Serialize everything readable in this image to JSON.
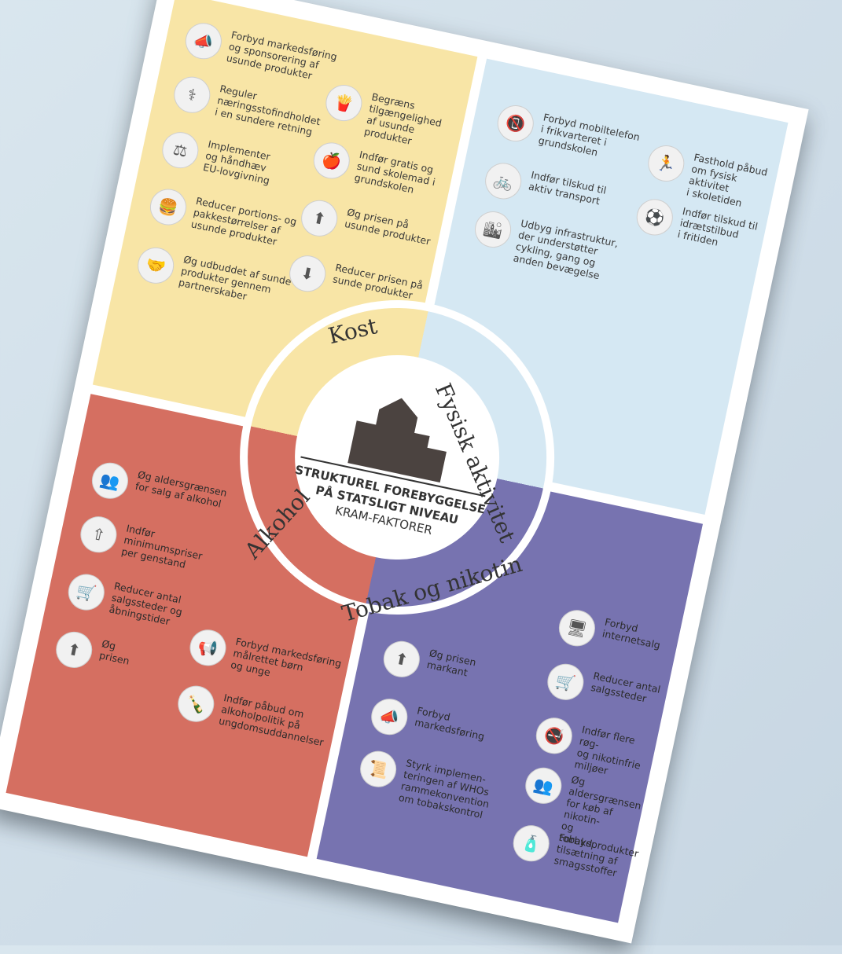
{
  "poster": {
    "title_line1": "STRUKTUREL FOREBYGGELSE",
    "title_line2": "PÅ STATSLIGT NIVEAU",
    "subtitle": "KRAM-FAKTORER",
    "colors": {
      "kost": "#f8e5a6",
      "fysisk": "#d5e8f3",
      "alkohol": "#d56f61",
      "tobak": "#7773b0"
    }
  },
  "categories": {
    "kost": "Kost",
    "fysisk": "Fysisk aktivitet",
    "alkohol": "Alkohol",
    "tobak": "Tobak og nikotin"
  },
  "kost_items": [
    {
      "icon": "megaphone-icon",
      "glyph": "📣",
      "label": "Forbyd markedsføring\nog sponsorering af\nusunde produkter"
    },
    {
      "icon": "nutrient-icon",
      "glyph": "⚕",
      "label": "Reguler\nnæringsstofindholdet\ni en sundere retning"
    },
    {
      "icon": "gavel-icon",
      "glyph": "⚖",
      "label": "Implementer\nog håndhæv\nEU-lovgivning"
    },
    {
      "icon": "portion-icon",
      "glyph": "🍔",
      "label": "Reducer portions- og\npakkestørrelser af\nusunde produkter"
    },
    {
      "icon": "handshake-icon",
      "glyph": "🤝",
      "label": "Øg udbuddet af sunde\nprodukter gennem\npartnerskaber"
    },
    {
      "icon": "limit-icon",
      "glyph": "🍟",
      "label": "Begræns\ntilgængelighed\naf usunde produkter"
    },
    {
      "icon": "school-food-icon",
      "glyph": "🍎",
      "label": "Indfør gratis og\nsund skolemad i\ngrundskolen"
    },
    {
      "icon": "price-up-icon",
      "glyph": "⬆",
      "label": "Øg prisen på\nusunde produkter"
    },
    {
      "icon": "price-down-icon",
      "glyph": "⬇",
      "label": "Reducer prisen på\nsunde produkter"
    }
  ],
  "fysisk_items": [
    {
      "icon": "phone-icon",
      "glyph": "📵",
      "label": "Forbyd mobiltelefon\ni frikvarteret i\ngrundskolen"
    },
    {
      "icon": "bike-icon",
      "glyph": "🚲",
      "label": "Indfør tilskud til\naktiv transport"
    },
    {
      "icon": "infrastructure-icon",
      "glyph": "🏙",
      "label": "Udbyg infrastruktur,\nder understøtter\ncykling, gang og\nanden bevægelse"
    },
    {
      "icon": "school-activity-icon",
      "glyph": "🏃",
      "label": "Fasthold påbud\nom fysisk aktivitet\ni skoletiden"
    },
    {
      "icon": "sports-icon",
      "glyph": "⚽",
      "label": "Indfør tilskud til\nidrætstilbud\ni fritiden"
    }
  ],
  "alkohol_items": [
    {
      "icon": "age-limit-icon",
      "glyph": "👥",
      "label": "Øg aldersgrænsen\nfor salg af alkohol"
    },
    {
      "icon": "min-price-icon",
      "glyph": "⇧",
      "label": "Indfør\nminimumspriser\nper genstand"
    },
    {
      "icon": "cart-icon",
      "glyph": "🛒",
      "label": "Reducer antal\nsalgssteder og\nåbningstider"
    },
    {
      "icon": "price-up-icon",
      "glyph": "⬆",
      "label": "Øg\nprisen"
    },
    {
      "icon": "target-megaphone-icon",
      "glyph": "📢",
      "label": "Forbyd markedsføring\nmålrettet børn\nog unge"
    },
    {
      "icon": "policy-icon",
      "glyph": "🍾",
      "label": "Indfør påbud om\nalkoholpolitik på\nungdomsuddannelser"
    }
  ],
  "tobak_items": [
    {
      "icon": "internet-icon",
      "glyph": "🖥",
      "label": "Forbyd\ninternetsalg"
    },
    {
      "icon": "cart-icon",
      "glyph": "🛒",
      "label": "Reducer antal\nsalgssteder"
    },
    {
      "icon": "no-smoke-icon",
      "glyph": "🚭",
      "label": "Indfør flere røg-\nog nikotinfrie miljøer"
    },
    {
      "icon": "age-limit-icon",
      "glyph": "👥",
      "label": "Øg aldersgrænsen\nfor køb af nikotin-\nog tobaksprodukter"
    },
    {
      "icon": "flavor-icon",
      "glyph": "🧴",
      "label": "Forbyd tilsætning af\nsmagsstoffer"
    },
    {
      "icon": "price-up-icon",
      "glyph": "⬆",
      "label": "Øg prisen\nmarkant"
    },
    {
      "icon": "megaphone-icon",
      "glyph": "📣",
      "label": "Forbyd\nmarkedsføring"
    },
    {
      "icon": "who-icon",
      "glyph": "📜",
      "label": "Styrk implemen-\nteringen af WHOs\nrammekonvention\nom tobakskontrol"
    }
  ]
}
